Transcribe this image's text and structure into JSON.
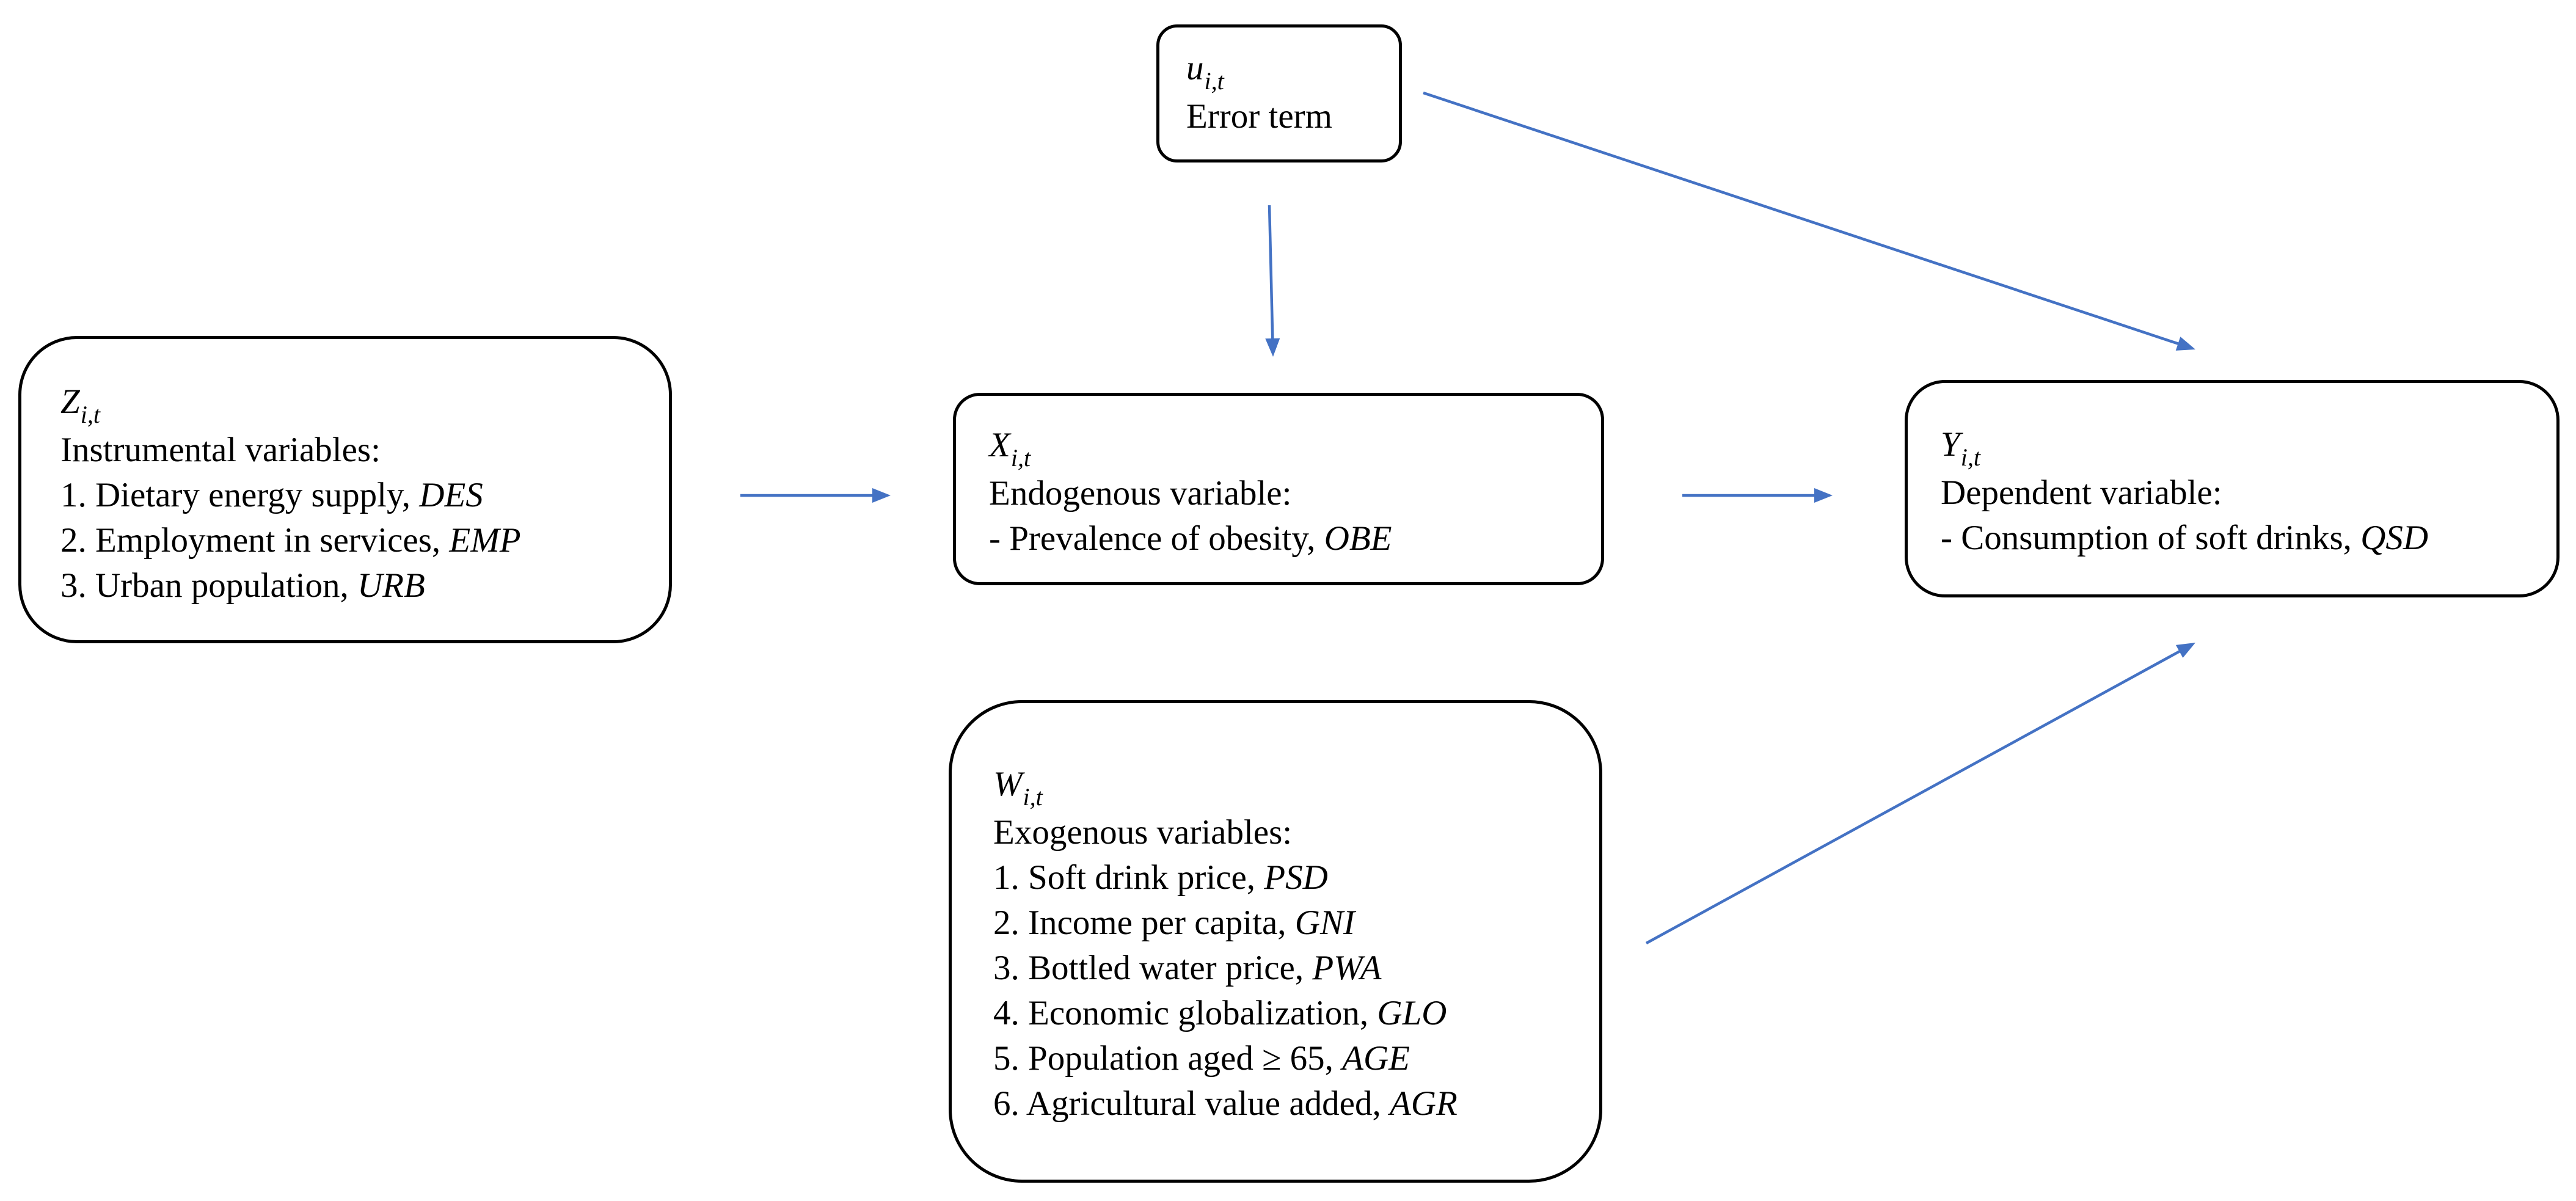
{
  "diagram": {
    "edge_color": "#4472c4",
    "nodes": {
      "u": {
        "symbol": "u",
        "subscript": "i,t",
        "title": "Error term",
        "items": []
      },
      "z": {
        "symbol": "Z",
        "subscript": "i,t",
        "title": "Instrumental variables:",
        "items": [
          {
            "text": "1. Dietary energy supply, ",
            "abbr": "DES"
          },
          {
            "text": "2. Employment in services, ",
            "abbr": "EMP"
          },
          {
            "text": "3. Urban population, ",
            "abbr": "URB"
          }
        ]
      },
      "x": {
        "symbol": "X",
        "subscript": "i,t",
        "title": "Endogenous variable:",
        "items": [
          {
            "text": "- Prevalence of obesity, ",
            "abbr": "OBE"
          }
        ]
      },
      "y": {
        "symbol": "Y",
        "subscript": "i,t",
        "title": "Dependent variable:",
        "items": [
          {
            "text": "- Consumption of soft drinks, ",
            "abbr": "QSD"
          }
        ]
      },
      "w": {
        "symbol": "W",
        "subscript": "i,t",
        "title": "Exogenous variables:",
        "items": [
          {
            "text": "1. Soft drink price, ",
            "abbr": "PSD"
          },
          {
            "text": "2. Income per capita, ",
            "abbr": "GNI"
          },
          {
            "text": "3. Bottled water price, ",
            "abbr": "PWA"
          },
          {
            "text": "4. Economic globalization, ",
            "abbr": "GLO"
          },
          {
            "text": "5. Population aged ≥ 65, ",
            "abbr": "AGE"
          },
          {
            "text": "6. Agricultural value added, ",
            "abbr": "AGR"
          }
        ]
      }
    },
    "edges": [
      {
        "from": "z",
        "to": "x"
      },
      {
        "from": "x",
        "to": "y"
      },
      {
        "from": "u",
        "to": "x"
      },
      {
        "from": "u",
        "to": "y"
      },
      {
        "from": "w",
        "to": "y"
      }
    ]
  }
}
